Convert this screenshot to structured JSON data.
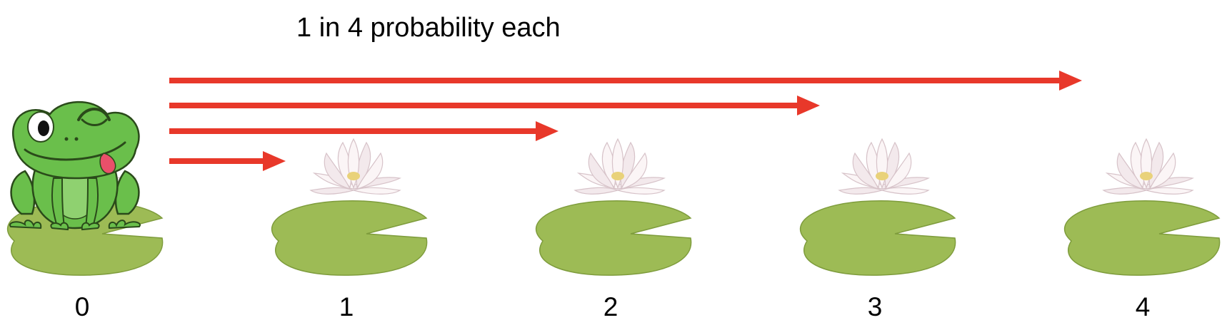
{
  "title": "1 in 4 probability each",
  "pads": [
    {
      "label": "0",
      "has_frog": true
    },
    {
      "label": "1",
      "has_frog": false
    },
    {
      "label": "2",
      "has_frog": false
    },
    {
      "label": "3",
      "has_frog": false
    },
    {
      "label": "4",
      "has_frog": false
    }
  ],
  "jumps": [
    {
      "from": "0",
      "to": "1"
    },
    {
      "from": "0",
      "to": "2"
    },
    {
      "from": "0",
      "to": "3"
    },
    {
      "from": "0",
      "to": "4"
    }
  ],
  "colors": {
    "arrow": "#e8382a",
    "pad": "#9dbb55",
    "pad_dark": "#7e9c3c",
    "flower": "#f3e9ec",
    "flower_shade": "#d7c3c9",
    "frog": "#6abf4b",
    "frog_outline": "#2a4a1a",
    "tongue": "#e9506a"
  }
}
